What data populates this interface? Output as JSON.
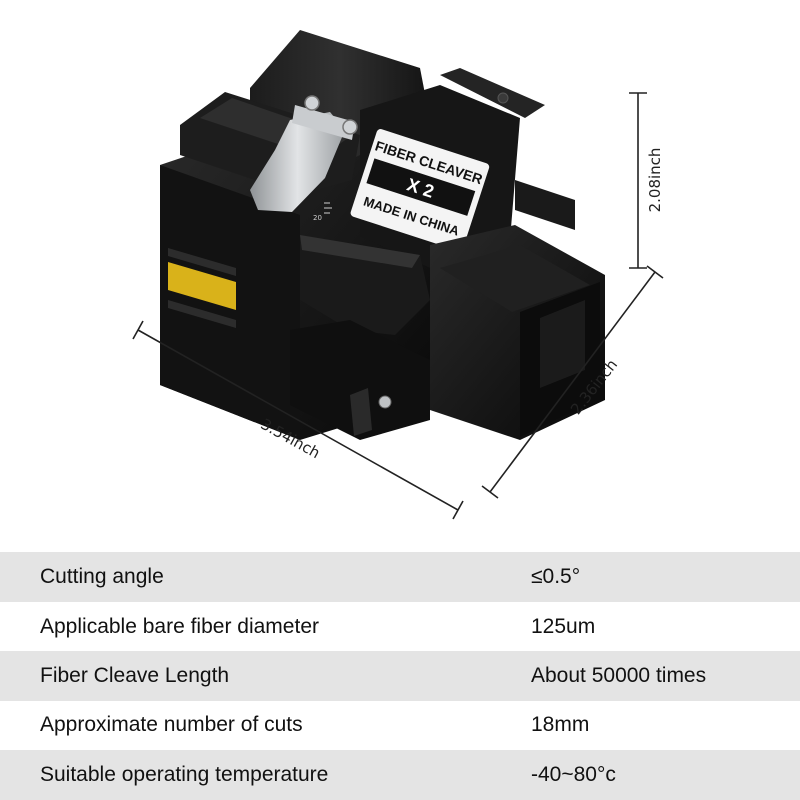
{
  "product": {
    "name": "fiber-cleaver",
    "label_lines": [
      "FIBER CLEAVER",
      "X 2",
      "MADE IN CHINA"
    ],
    "scale_mark": "20"
  },
  "dimensions": {
    "height": "2.08inch",
    "depth": "2.36inch",
    "length": "3.54inch"
  },
  "specs": [
    {
      "name": "Cutting angle",
      "value": "≤0.5°"
    },
    {
      "name": "Applicable bare fiber diameter",
      "value": "125um"
    },
    {
      "name": "Fiber Cleave Length",
      "value": "About 50000 times"
    },
    {
      "name": "Approximate number of cuts",
      "value": "18mm"
    },
    {
      "name": "Suitable operating temperature",
      "value": "-40~80°c"
    }
  ],
  "colors": {
    "row_shade": "#e4e4e4",
    "body": "#151515",
    "accent_yellow": "#d9b21a",
    "steel": "#b9bcbf"
  }
}
